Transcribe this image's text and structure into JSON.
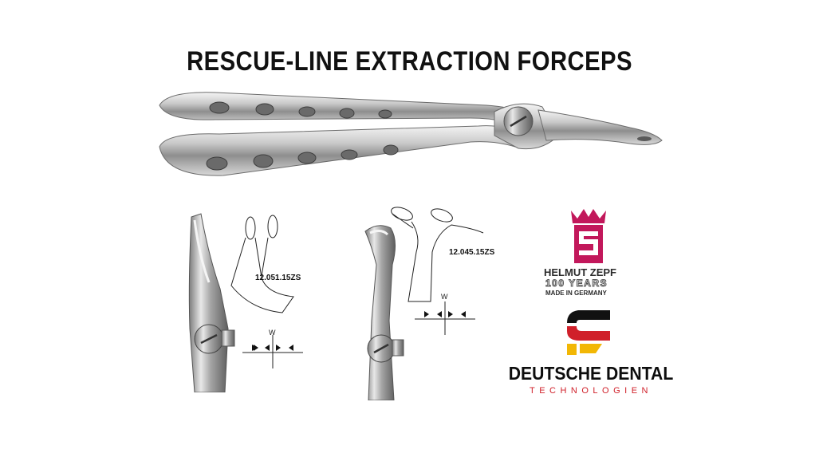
{
  "title": "RESCUE-LINE EXTRACTION FORCEPS",
  "products": [
    {
      "code": "12.051.15ZS",
      "width_label": "W"
    },
    {
      "code": "12.045.15ZS",
      "width_label": "W"
    }
  ],
  "brand_zepf": {
    "name": "HELMUT ZEPF",
    "anniversary": "100 YEARS",
    "origin": "MADE IN GERMANY",
    "color": "#c2185b"
  },
  "brand_dd": {
    "name": "DEUTSCHE DENTAL",
    "subtitle": "TECHNOLOGIEN",
    "colors": [
      "#111111",
      "#d0202a",
      "#f2b705"
    ]
  }
}
